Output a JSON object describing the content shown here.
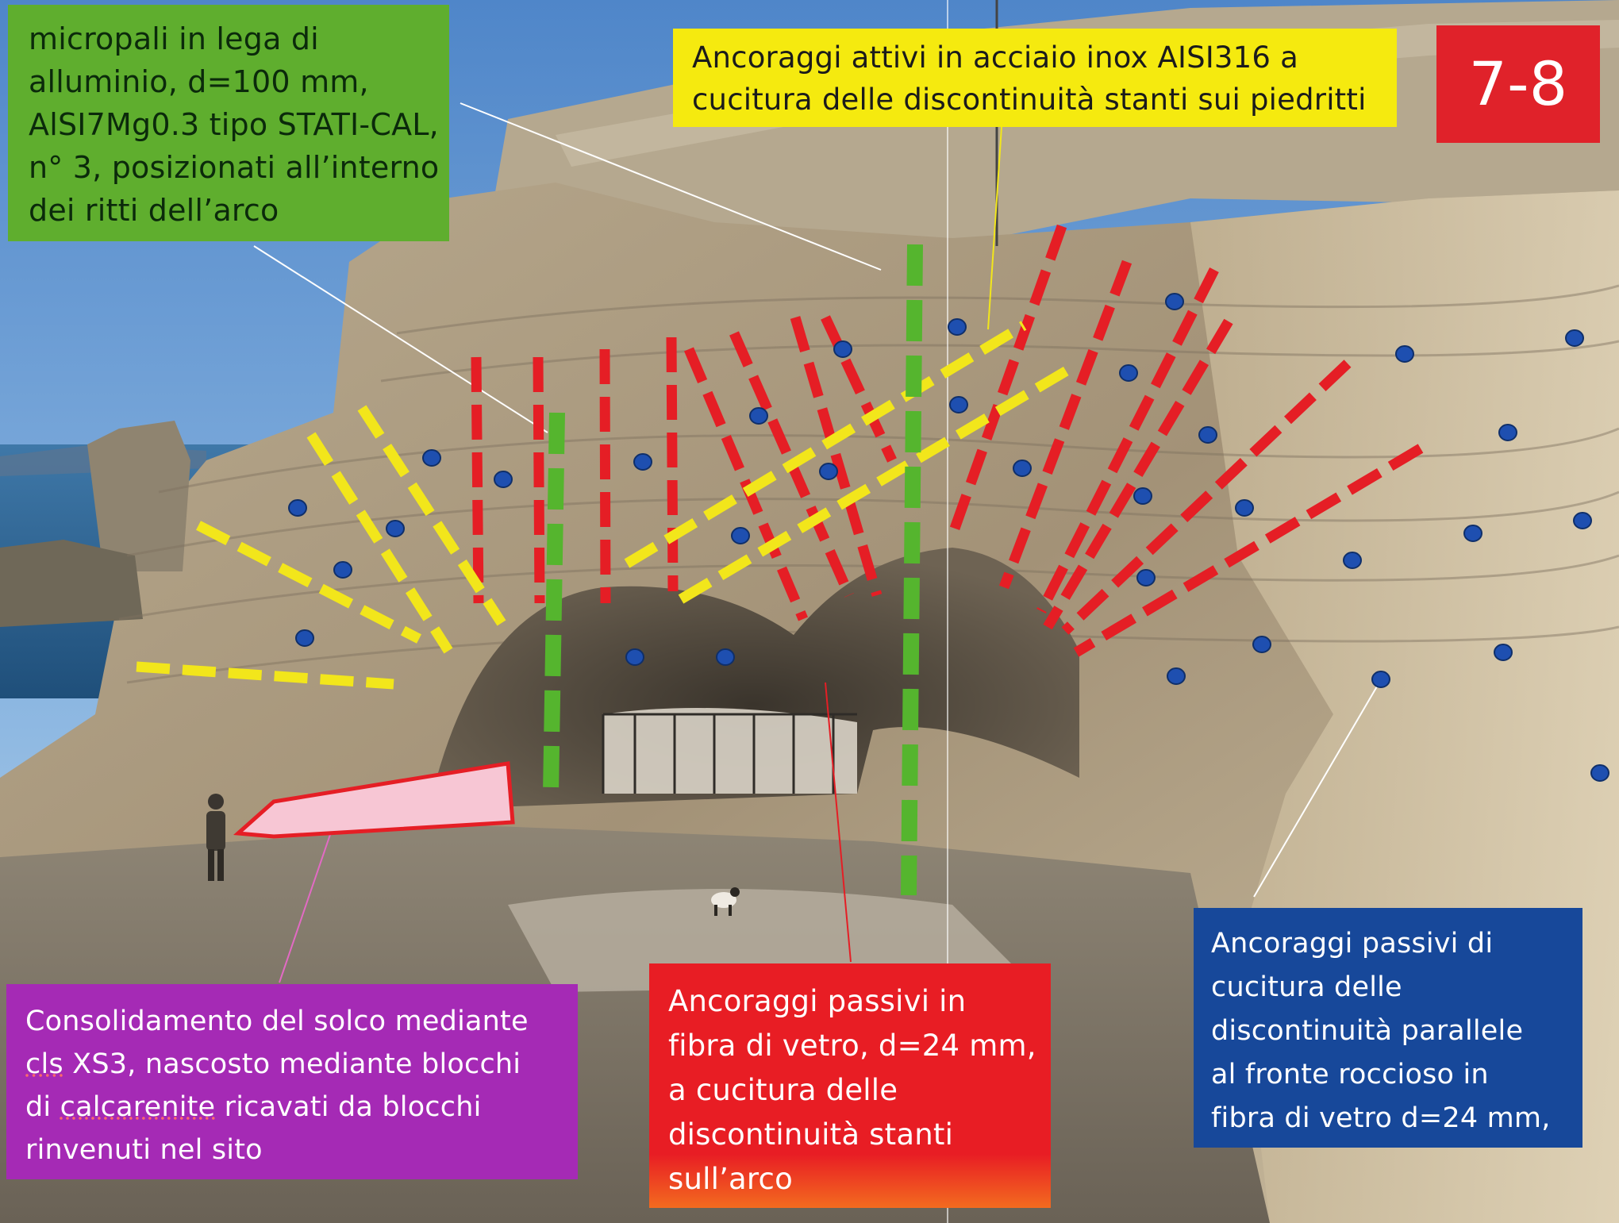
{
  "badge": {
    "label": "7-8"
  },
  "callouts": {
    "green": {
      "lines": [
        "micropali in lega di",
        "alluminio, d=100 mm,",
        "AlSI7Mg0.3 tipo STATI-CAL,",
        "n° 3, posizionati all’interno",
        "dei ritti dell’arco"
      ],
      "color": "#5fae2e"
    },
    "yellow": {
      "lines": [
        "Ancoraggi attivi in acciaio inox AISI316 a",
        "cucitura delle discontinuità stanti sui piedritti"
      ],
      "color": "#f5ea0f"
    },
    "purple": {
      "line1": "Consolidamento del solco mediante",
      "line2_word1": "cls",
      "line2_rest": " XS3, nascosto mediante blocchi",
      "line3_pre": "di ",
      "line3_word": "calcarenite",
      "line3_rest": " ricavati da blocchi",
      "line4": "rinvenuti nel sito",
      "color": "#a52ab5"
    },
    "red": {
      "lines": [
        "Ancoraggi passivi in",
        "fibra di vetro, d=24 mm,",
        "a cucitura delle",
        "discontinuità stanti",
        "sull’arco"
      ],
      "color": "#e81d24"
    },
    "blue": {
      "lines": [
        "Ancoraggi passivi di",
        "cucitura delle",
        "discontinuità parallele",
        "al fronte roccioso in",
        "fibra di vetro d=24 mm,"
      ],
      "color": "#17489a"
    }
  },
  "markers": {
    "red_dashed": {
      "label": "passive fibreglass anchors on the arch",
      "color": "#e51e25"
    },
    "yellow_dashed": {
      "label": "active stainless steel anchors on piers",
      "color": "#f2e61b"
    },
    "green_dashed": {
      "label": "aluminium micropiles in arch uprights",
      "color": "#55b52e"
    },
    "blue_dots": {
      "label": "passive anchors parallel to rock face",
      "color": "#1e4fb0"
    },
    "pink_arrow": {
      "label": "groove consolidation",
      "color": "#f7c6d4"
    }
  }
}
